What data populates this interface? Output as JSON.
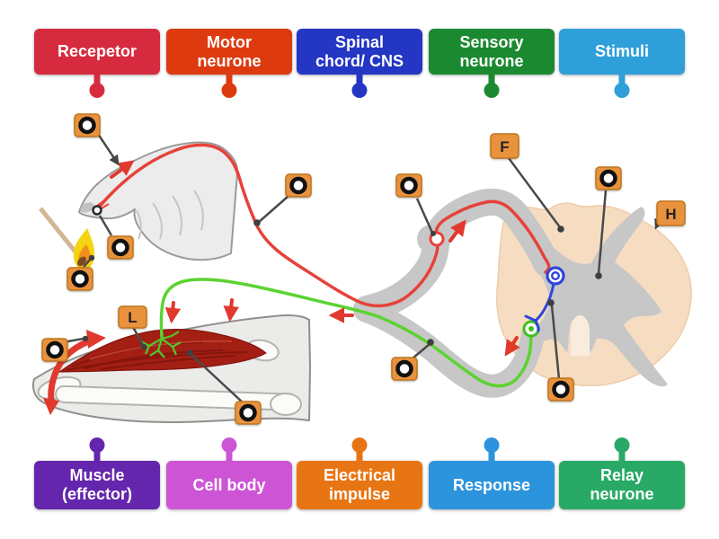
{
  "page": {
    "background": "#ffffff",
    "activity_type": "labelled-diagram"
  },
  "labels": {
    "top": [
      {
        "text": "Recepetor",
        "color": "#d62b3e"
      },
      {
        "text": "Motor\nneurone",
        "color": "#dd3a10"
      },
      {
        "text": "Spinal\nchord/ CNS",
        "color": "#2336c4"
      },
      {
        "text": "Sensory\nneurone",
        "color": "#1b8930"
      },
      {
        "text": "Stimuli",
        "color": "#2f9fda"
      }
    ],
    "bottom": [
      {
        "text": "Muscle\n(effector)",
        "color": "#6426ac"
      },
      {
        "text": "Cell body",
        "color": "#cd55d5"
      },
      {
        "text": "Electrical\nimpulse",
        "color": "#e87513"
      },
      {
        "text": "Response",
        "color": "#2b94dc"
      },
      {
        "text": "Relay\nneurone",
        "color": "#28a966"
      }
    ]
  },
  "markers": [
    {
      "glyph": "circle"
    },
    {
      "glyph": "circle"
    },
    {
      "glyph": "circle"
    },
    {
      "glyph": "circle"
    },
    {
      "glyph": "circle"
    },
    {
      "glyph": "circle"
    },
    {
      "glyph": "letter",
      "letter": "F"
    },
    {
      "glyph": "letter",
      "letter": "H"
    },
    {
      "glyph": "letter",
      "letter": "L"
    },
    {
      "glyph": "circle"
    },
    {
      "glyph": "circle"
    },
    {
      "glyph": "circle"
    },
    {
      "glyph": "circle"
    }
  ],
  "marker_style": {
    "fill": "#e9923d",
    "border": "#c0761c",
    "ring": "#111111"
  },
  "illustration_colors": {
    "nerve_red": "#e6423a",
    "nerve_green": "#5bd331",
    "nerve_blue": "#2d46dd",
    "channel_gray": "#c7c7c7",
    "cord_peach": "#f6ddc1",
    "muscle_red": "#a31f13",
    "hand_gray": "#ececec",
    "flame_yellow": "#f4d411",
    "flame_orange": "#ef8f1d",
    "arrow_red": "#e0392e",
    "leader_gray": "#4a4a4a"
  }
}
